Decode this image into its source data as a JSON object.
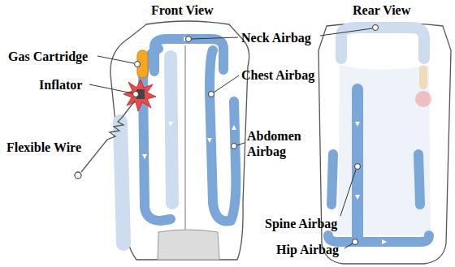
{
  "diagram": {
    "labels": [
      "Front View",
      "Rear View",
      "Neck Airbag",
      "Gas Cartridge",
      "Inflator",
      "Flexible Wire",
      "Chest Airbag",
      "Abdomen Airbag",
      "Spine Airbag",
      "Hip Airbag"
    ]
  }
}
